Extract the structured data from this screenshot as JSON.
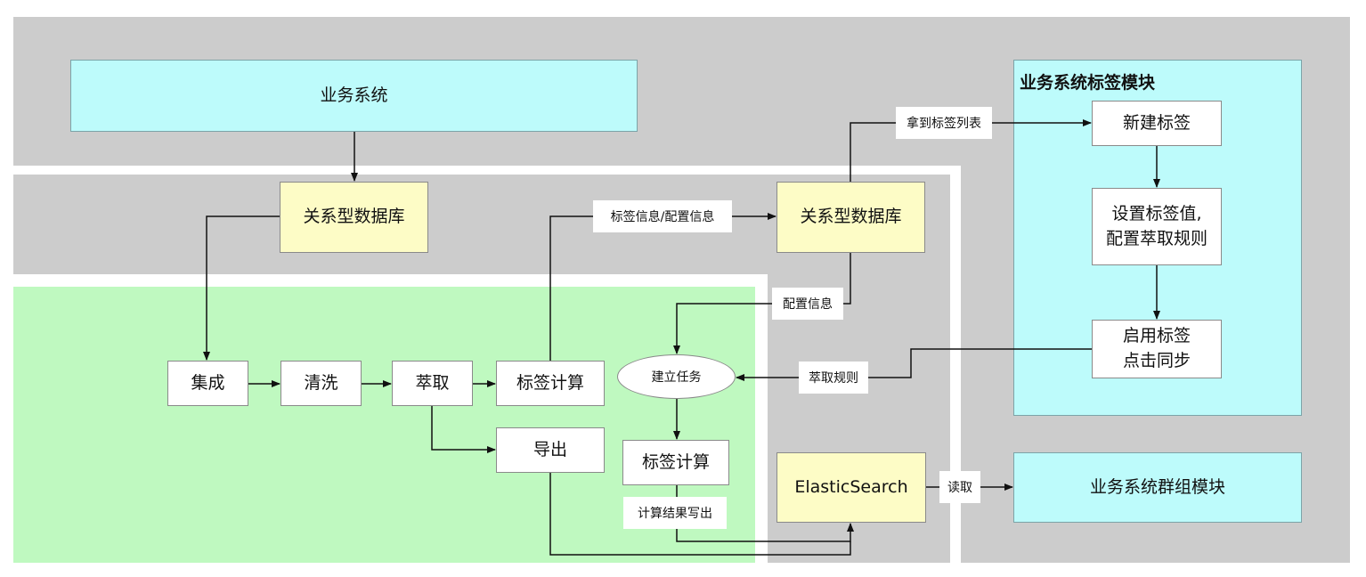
{
  "diagram": {
    "nodes": {
      "business_system": "业务系统",
      "relational_db_left": "关系型数据库",
      "relational_db_right": "关系型数据库",
      "integrate": "集成",
      "clean": "清洗",
      "extract": "萃取",
      "tag_compute_left": "标签计算",
      "export": "导出",
      "create_task": "建立任务",
      "tag_compute_right": "标签计算",
      "elasticsearch": "ElasticSearch",
      "tag_module_title": "业务系统标签模块",
      "new_tag": "新建标签",
      "set_tag_value_line1": "设置标签值,",
      "set_tag_value_line2": "配置萃取规则",
      "enable_tag_line1": "启用标签",
      "enable_tag_line2": "点击同步",
      "group_module": "业务系统群组模块"
    },
    "edge_labels": {
      "get_tag_list": "拿到标签列表",
      "tag_config_info": "标签信息/配置信息",
      "config_info": "配置信息",
      "extract_rules": "萃取规则",
      "write_results": "计算结果写出",
      "read": "读取"
    },
    "colors": {
      "gray_region": "#cccccc",
      "green_region": "#bff9c0",
      "cyan_box": "#bdfbfb",
      "yellow_box": "#fdfcc6",
      "white_box": "#ffffff"
    }
  }
}
